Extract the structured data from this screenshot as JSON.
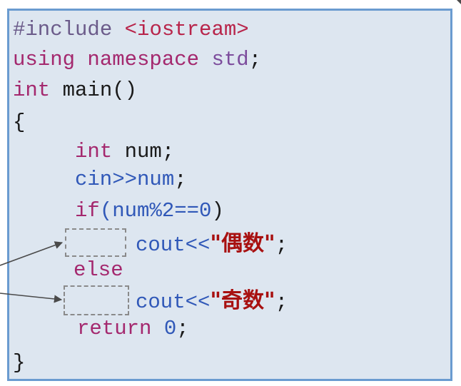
{
  "code": {
    "line1": {
      "directive": "#include",
      "header": "<iostream>"
    },
    "line2": {
      "kw_using": "using",
      "kw_namespace": "namespace",
      "ns_std": "std",
      "semi": ";"
    },
    "line3": {
      "kw_int": "int",
      "fn_main": "main()"
    },
    "line4": {
      "brace_open": "{"
    },
    "line5": {
      "kw_int": "int",
      "decl": "num;"
    },
    "line6": {
      "cin": "cin>>num",
      "semi": ";"
    },
    "line7": {
      "kw_if": "if",
      "paren_open": "(num",
      "mod": "%2",
      "eq": "==0",
      "paren_close": ")"
    },
    "line8": {
      "cout": "cout<<",
      "string": "\"偶数\"",
      "semi": ";"
    },
    "line9": {
      "kw_else": "else"
    },
    "line10": {
      "cout": "cout<<",
      "string": "\"奇数\"",
      "semi": ";"
    },
    "line11": {
      "kw_return": "return",
      "zero": "0",
      "semi": ";"
    },
    "line12": {
      "brace_close": "}"
    }
  },
  "colors": {
    "background": "#dde6f0",
    "border": "#6a9bd0",
    "keyword": "#a4286e",
    "string": "#a81010",
    "number": "#3058b8",
    "placeholder_border": "#8a8a8a"
  }
}
